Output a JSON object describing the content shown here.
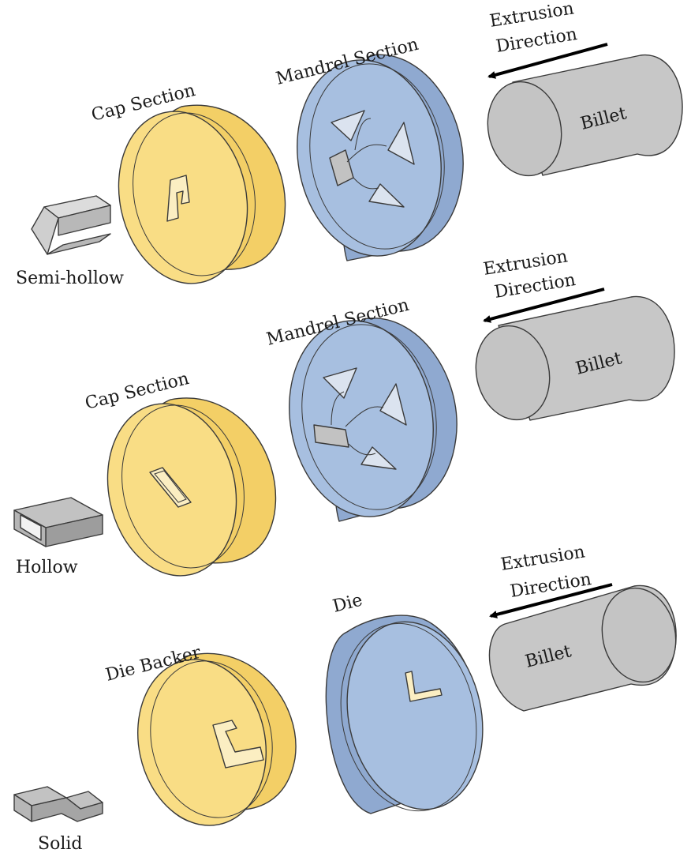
{
  "colors": {
    "cap": "#f9dd85",
    "cap_dark": "#f3cf66",
    "mandrel": "#a7bfe0",
    "mandrel_dark": "#8fa9d0",
    "port": "#dbe3ef",
    "billet": "#c7c7c7",
    "billet_dark": "#b4b4b4",
    "profile": "#c2c2c2",
    "arrow": "#000000",
    "outline": "#3a3a3a"
  },
  "rows": [
    {
      "id": "semi-hollow",
      "extrusion_label_1": "Extrusion",
      "extrusion_label_2": "Direction",
      "billet_label": "Billet",
      "mandrel_label": "Mandrel Section",
      "cap_label": "Cap Section",
      "profile_label": "Semi-hollow"
    },
    {
      "id": "hollow",
      "extrusion_label_1": "Extrusion",
      "extrusion_label_2": "Direction",
      "billet_label": "Billet",
      "mandrel_label": "Mandrel Section",
      "cap_label": "Cap Section",
      "profile_label": "Hollow"
    },
    {
      "id": "solid",
      "extrusion_label_1": "Extrusion",
      "extrusion_label_2": "Direction",
      "billet_label": "Billet",
      "mandrel_label": "Die",
      "cap_label": "Die Backer",
      "profile_label": "Solid"
    }
  ]
}
